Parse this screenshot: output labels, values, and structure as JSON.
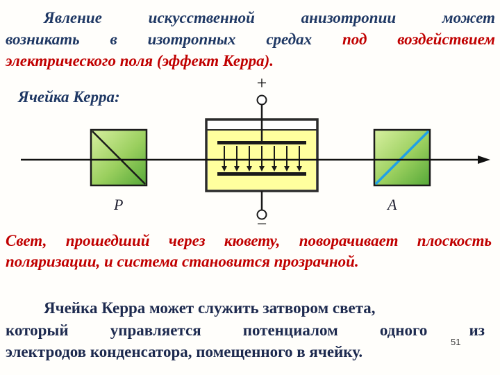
{
  "slide": {
    "title": {
      "line1_navy": "Явление искусственной анизотропии может",
      "line2_navy": "возникать в изотропных средах ",
      "line2_red": "под воздействием",
      "line3_red": "электрического поля (эффект Керра).",
      "kerr_cell_label": "Ячейка Керра:"
    },
    "diagram": {
      "plus_label": "+",
      "minus_label": "−",
      "polarizer_label": "P",
      "analyzer_label": "A"
    },
    "body": {
      "red_line1": "Свет, прошедший через кювету, поворачивает плоскость",
      "red_line2": "поляризации, и система становится прозрачной.",
      "final_line1": "Ячейка Керра может служить затвором света,",
      "final_line2": "который управляется потенциалом одного из",
      "final_line3": "электродов конденсатора, помещенного в ячейку."
    },
    "page_number": "51",
    "colors": {
      "navy_text": "#1F3864",
      "red_text": "#C00000",
      "closing_text": "#1D2A4F",
      "polarizer_green_light": "#D8F0A0",
      "polarizer_green_dark": "#55A838",
      "analyzer_diagonal_blue": "#1FA0E8",
      "cell_liquid_yellow": "#FFFF9E"
    }
  }
}
